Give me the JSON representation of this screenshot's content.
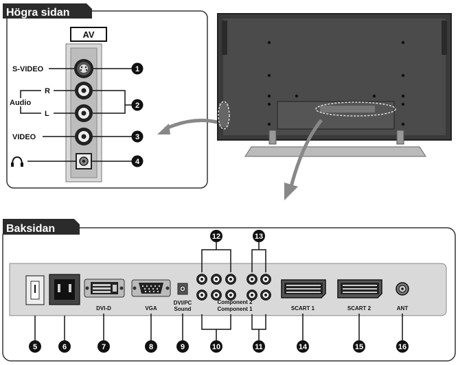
{
  "side_panel": {
    "title": "Högra sidan",
    "av_label": "AV",
    "labels": {
      "svideo": "S-VIDEO",
      "audio": "Audio",
      "r": "R",
      "l": "L",
      "video": "VIDEO"
    },
    "numbers": [
      "1",
      "2",
      "3",
      "4"
    ]
  },
  "back_panel": {
    "title": "Baksidan",
    "labels": {
      "dvid": "DVI-D",
      "vga": "VGA",
      "dvipc_sound_1": "DVI/PC",
      "dvipc_sound_2": "Sound",
      "component2": "Component 2",
      "component1": "Component 1",
      "scart1": "SCART 1",
      "scart2": "SCART 2",
      "ant": "ANT"
    },
    "numbers_bottom": [
      "5",
      "6",
      "7",
      "8",
      "9",
      "10",
      "11",
      "14",
      "15",
      "16"
    ],
    "numbers_top": [
      "12",
      "13"
    ]
  },
  "colors": {
    "tag_bg": "#2b2b2b",
    "panel_gray": "#d9d9d9",
    "tv_body": "#3a3a3a"
  }
}
